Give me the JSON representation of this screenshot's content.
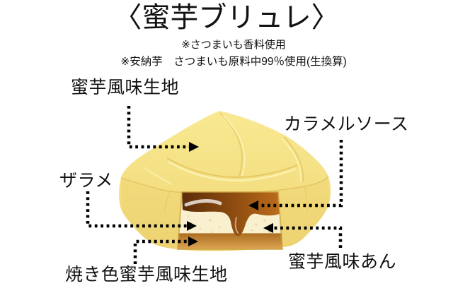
{
  "header": {
    "title": "〈蜜芋ブリュレ〉",
    "note_flavor": "※さつまいも香料使用",
    "note_ingredient": "※安納芋　さつまいも原料中99％使用(生換算)"
  },
  "callouts": {
    "dough": "蜜芋風味生地",
    "caramel_sauce": "カラメルソース",
    "zarame": "ザラメ",
    "baked_dough": "焼き色蜜芋風味生地",
    "imo_paste": "蜜芋風味あん"
  },
  "colors": {
    "background": "#FFFFFF",
    "text": "#111111",
    "line": "#000000",
    "shell_light": "#F9E992",
    "shell": "#F4DF82",
    "shell_shade": "#EDD372",
    "shell_edge": "#E2C35E",
    "shell_highlight": "#FBF1AE",
    "caramel_dark": "#5C2D09",
    "caramel": "#8F4D10",
    "caramel_light": "#BC6C1C",
    "caramel_gloss": "#FFFFFF",
    "cream": "#F9F0CF",
    "cream_speckle": "#E9D69E",
    "baked_top": "#AE6F23",
    "baked_light": "#DCA553",
    "window_edge": "#C9A33E"
  }
}
